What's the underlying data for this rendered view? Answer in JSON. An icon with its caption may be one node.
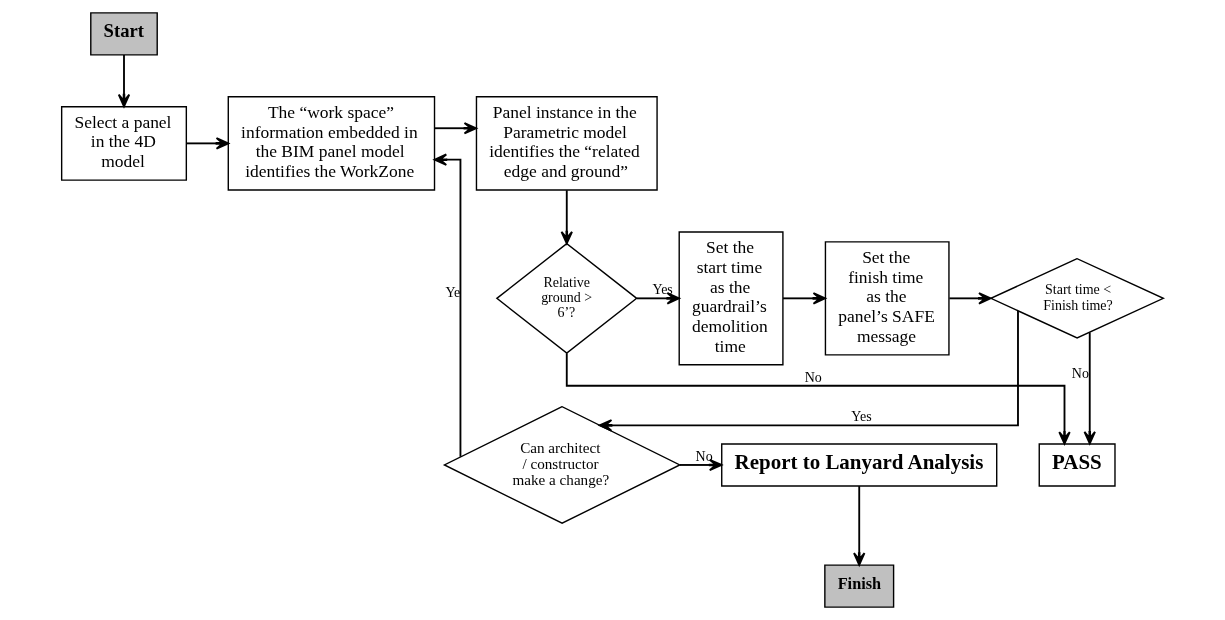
{
  "diagram": {
    "nodes": [
      {
        "text": [
          "Start"
        ]
      },
      {
        "text": [
          "Select a panel in the 4D model"
        ]
      },
      {
        "text": [
          "The “work space” information embedded in the BIM panel model identifies the WorkZone"
        ]
      },
      {
        "text": [
          "Panel instance in the Parametric model identifies the “related edge and ground”"
        ]
      },
      {
        "text": [
          "Relative ground > 6’?"
        ]
      },
      {
        "text": [
          "Set the start time as the guardrail’s demolition time"
        ]
      },
      {
        "text": [
          "Set the finish time as the panel’s SAFE message"
        ]
      },
      {
        "text": [
          "Start time < Finish time?"
        ]
      },
      {
        "text": [
          "PASS"
        ]
      },
      {
        "text": [
          "Can architect / constructor make a change?"
        ]
      },
      {
        "text": [
          "Report to Lanyard Analysis"
        ]
      },
      {
        "text": [
          "Finish"
        ]
      }
    ],
    "edges": [
      {
        "from": 0,
        "to": 1,
        "arrow": "to"
      },
      {
        "from": 1,
        "to": 2,
        "arrow": "to"
      },
      {
        "from": 2,
        "to": 3,
        "arrow": "to"
      },
      {
        "from": 3,
        "to": 4,
        "arrow": "to"
      },
      {
        "from": 4,
        "to": 5,
        "arrow": "to",
        "label": "Yes"
      },
      {
        "from": 4,
        "to": 8,
        "arrow": "to",
        "label": "No"
      },
      {
        "from": 5,
        "to": 6,
        "arrow": "to"
      },
      {
        "from": 6,
        "to": 7,
        "arrow": "to"
      },
      {
        "from": 7,
        "to": 9,
        "arrow": "to",
        "label": "Yes"
      },
      {
        "from": 7,
        "to": 8,
        "arrow": "to",
        "label": "No"
      },
      {
        "from": 9,
        "to": 2,
        "arrow": "to",
        "label": "Ye"
      },
      {
        "from": 9,
        "to": 10,
        "arrow": "to",
        "label": "No"
      },
      {
        "from": 10,
        "to": 11,
        "arrow": "to"
      }
    ]
  }
}
